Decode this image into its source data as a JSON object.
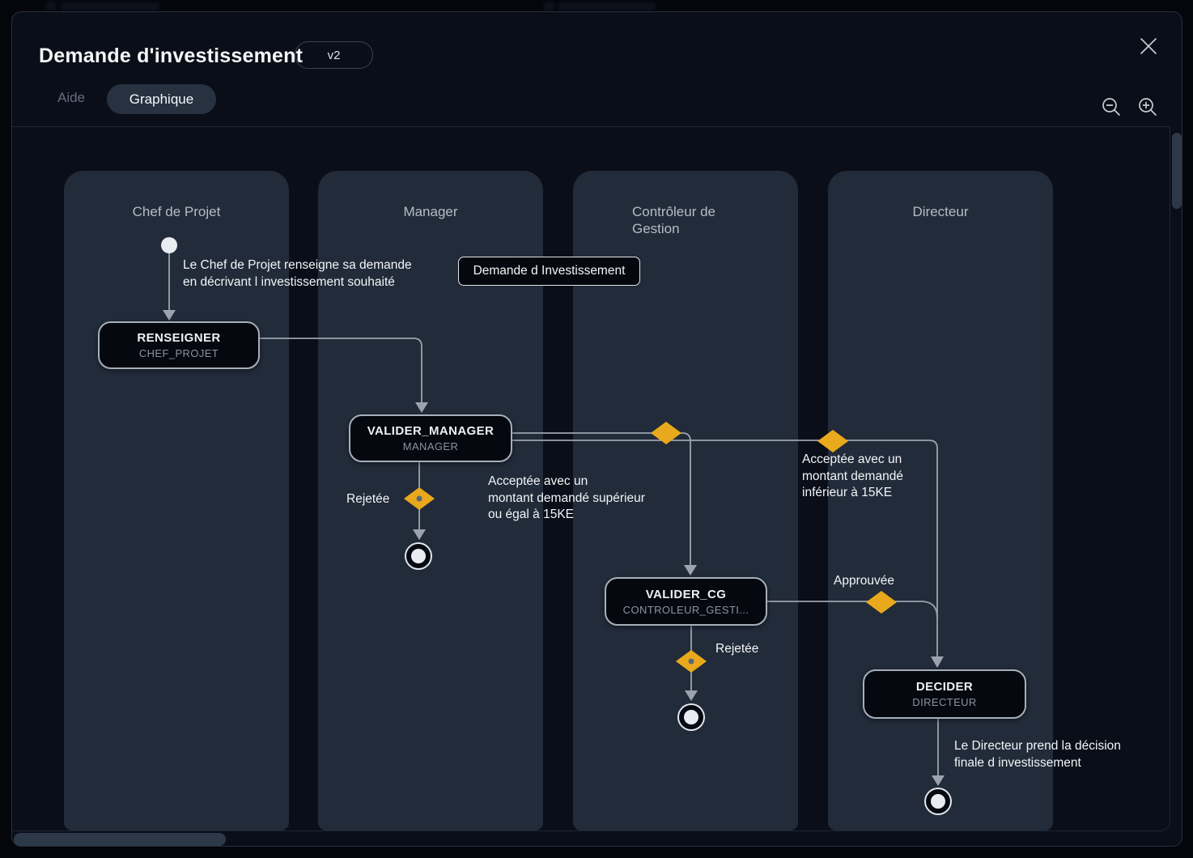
{
  "header": {
    "title": "Demande d'investissement",
    "version_badge": "v2",
    "tabs": [
      {
        "label": "Aide",
        "active": false
      },
      {
        "label": "Graphique",
        "active": true
      }
    ]
  },
  "icons": {
    "close": "✕",
    "zoom_out": "⊖",
    "zoom_in": "⊕"
  },
  "diagram": {
    "lanes": [
      {
        "title": "Chef de Projet"
      },
      {
        "title": "Manager"
      },
      {
        "title": "Contrôleur de Gestion"
      },
      {
        "title": "Directeur"
      }
    ],
    "nodes": [
      {
        "title": "RENSEIGNER",
        "subtitle": "CHEF_PROJET"
      },
      {
        "title": "VALIDER_MANAGER",
        "subtitle": "MANAGER"
      },
      {
        "title": "VALIDER_CG",
        "subtitle": "CONTROLEUR_GESTI..."
      },
      {
        "title": "DECIDER",
        "subtitle": "DIRECTEUR"
      }
    ],
    "artifact_label": "Demande d Investissement",
    "annotations": {
      "start": "Le Chef de Projet renseigne sa demande\nen décrivant l investissement souhaité",
      "end": "Le Directeur prend la décision\nfinale d investissement"
    },
    "edge_labels": {
      "rejetee_manager": "Rejetée",
      "acceptee_superieur": "Acceptée avec un\nmontant demandé supérieur\nou égal à 15KE",
      "acceptee_inferieur": "Acceptée avec un\nmontant demandé\ninférieur à 15KE",
      "approuvee": "Approuvée",
      "rejetee_cg": "Rejetée"
    }
  },
  "colors": {
    "c-diamond": "#E9A91C",
    "c-edge": "#9AA3AE",
    "c-lane": "#222B3A",
    "c-modal": "#0A0E18",
    "c-node-bg": "#05080F",
    "c-node-border": "#A7B0BA",
    "c-pill": "#273140",
    "c-scroll": "#2D3848",
    "c-start": "#E9EDF2"
  }
}
